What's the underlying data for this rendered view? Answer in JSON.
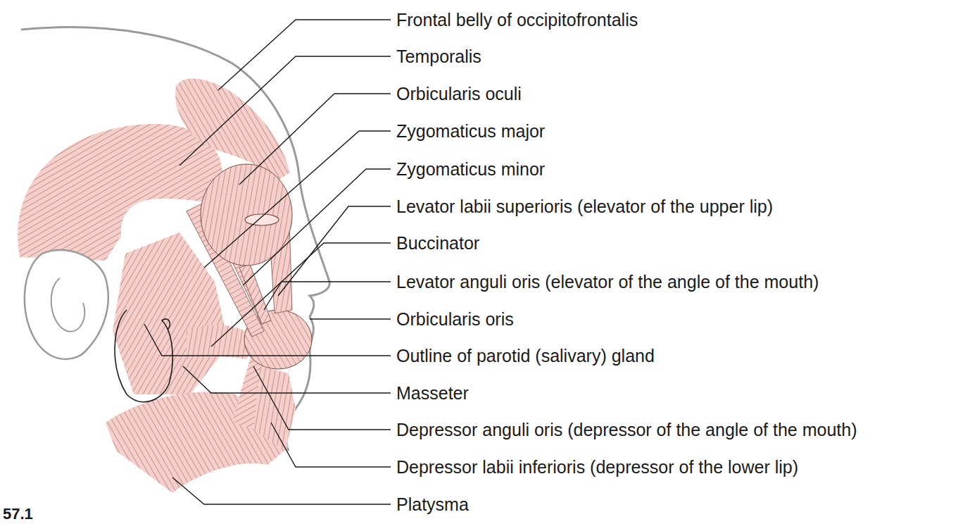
{
  "diagram": {
    "labels": [
      "Frontal belly of occipitofrontalis",
      "Temporalis",
      "Orbicularis oculi",
      "Zygomaticus major",
      "Zygomaticus minor",
      "Levator labii superioris (elevator of the upper lip)",
      "Buccinator",
      "Levator anguli oris (elevator of the angle of the mouth)",
      "Orbicularis oris",
      "Outline of parotid (salivary) gland",
      "Masseter",
      "Depressor anguli oris (depressor of the angle of the mouth)",
      "Depressor labii inferioris (depressor of the lower lip)",
      "Platysma",
      "57.1"
    ]
  }
}
